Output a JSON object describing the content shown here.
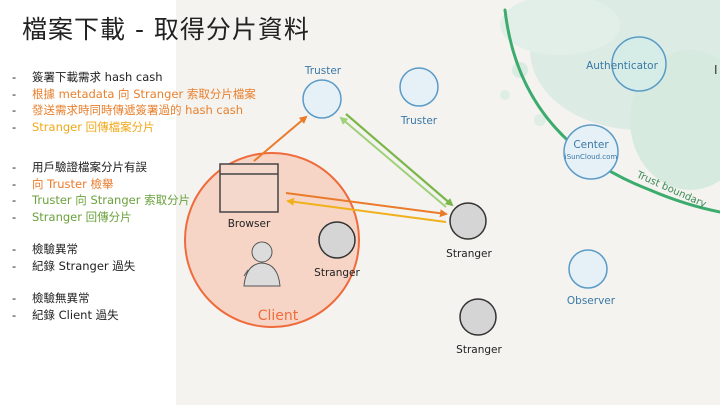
{
  "title": "檔案下載 - 取得分片資料",
  "bullets": [
    {
      "text": "簽署下載需求 hash cash",
      "color": "#222222"
    },
    {
      "text": "根據 metadata 向 Stranger 索取分片檔案",
      "color": "#e8802e"
    },
    {
      "text": "發送需求時同時傳遞簽署過的 hash cash",
      "color": "#e8802e"
    },
    {
      "text": "Stranger 回傳檔案分片",
      "color": "#f0a818"
    },
    {
      "text": "用戶驗證檔案分片有誤",
      "color": "#222222"
    },
    {
      "text": "向 Truster 檢舉",
      "color": "#ea7b2b"
    },
    {
      "text": "Truster 向 Stranger 索取分片",
      "color": "#6aa13c"
    },
    {
      "text": "Stranger 回傳分片",
      "color": "#6aa13c"
    },
    {
      "text": "檢驗異常",
      "color": "#222222"
    },
    {
      "text": "紀錄 Stranger 過失",
      "color": "#222222"
    },
    {
      "text": "檢驗無異常",
      "color": "#222222"
    },
    {
      "text": "紀錄 Client 過失",
      "color": "#222222"
    }
  ],
  "bullet_dash": "-",
  "diagram": {
    "truster_top_label": "Truster",
    "truster_label": "Truster",
    "authenticator_label": "Authenticator",
    "center_label": "Center",
    "center_sublabel": "iSunCloud.com",
    "trust_boundary_label": "Trust boundary",
    "browser_label": "Browser",
    "stranger_inside_label": "Stranger",
    "client_label": "Client",
    "stranger_mid_label": "Stranger",
    "stranger_bottom_label": "Stranger",
    "observer_label": "Observer",
    "edge_glyph": "I"
  },
  "colors": {
    "blue_node": "#5a9bc8",
    "node_fill": "#e6f0f7",
    "client_fill": "#f6c1ad",
    "client_stroke": "#ef6b3c",
    "orange_arrow": "#ea7b2b",
    "yellow_arrow": "#f0b01c",
    "green_arrow": "#7ab648",
    "trust_green": "#3cab6e",
    "stranger_fill": "#d5d5d5"
  }
}
